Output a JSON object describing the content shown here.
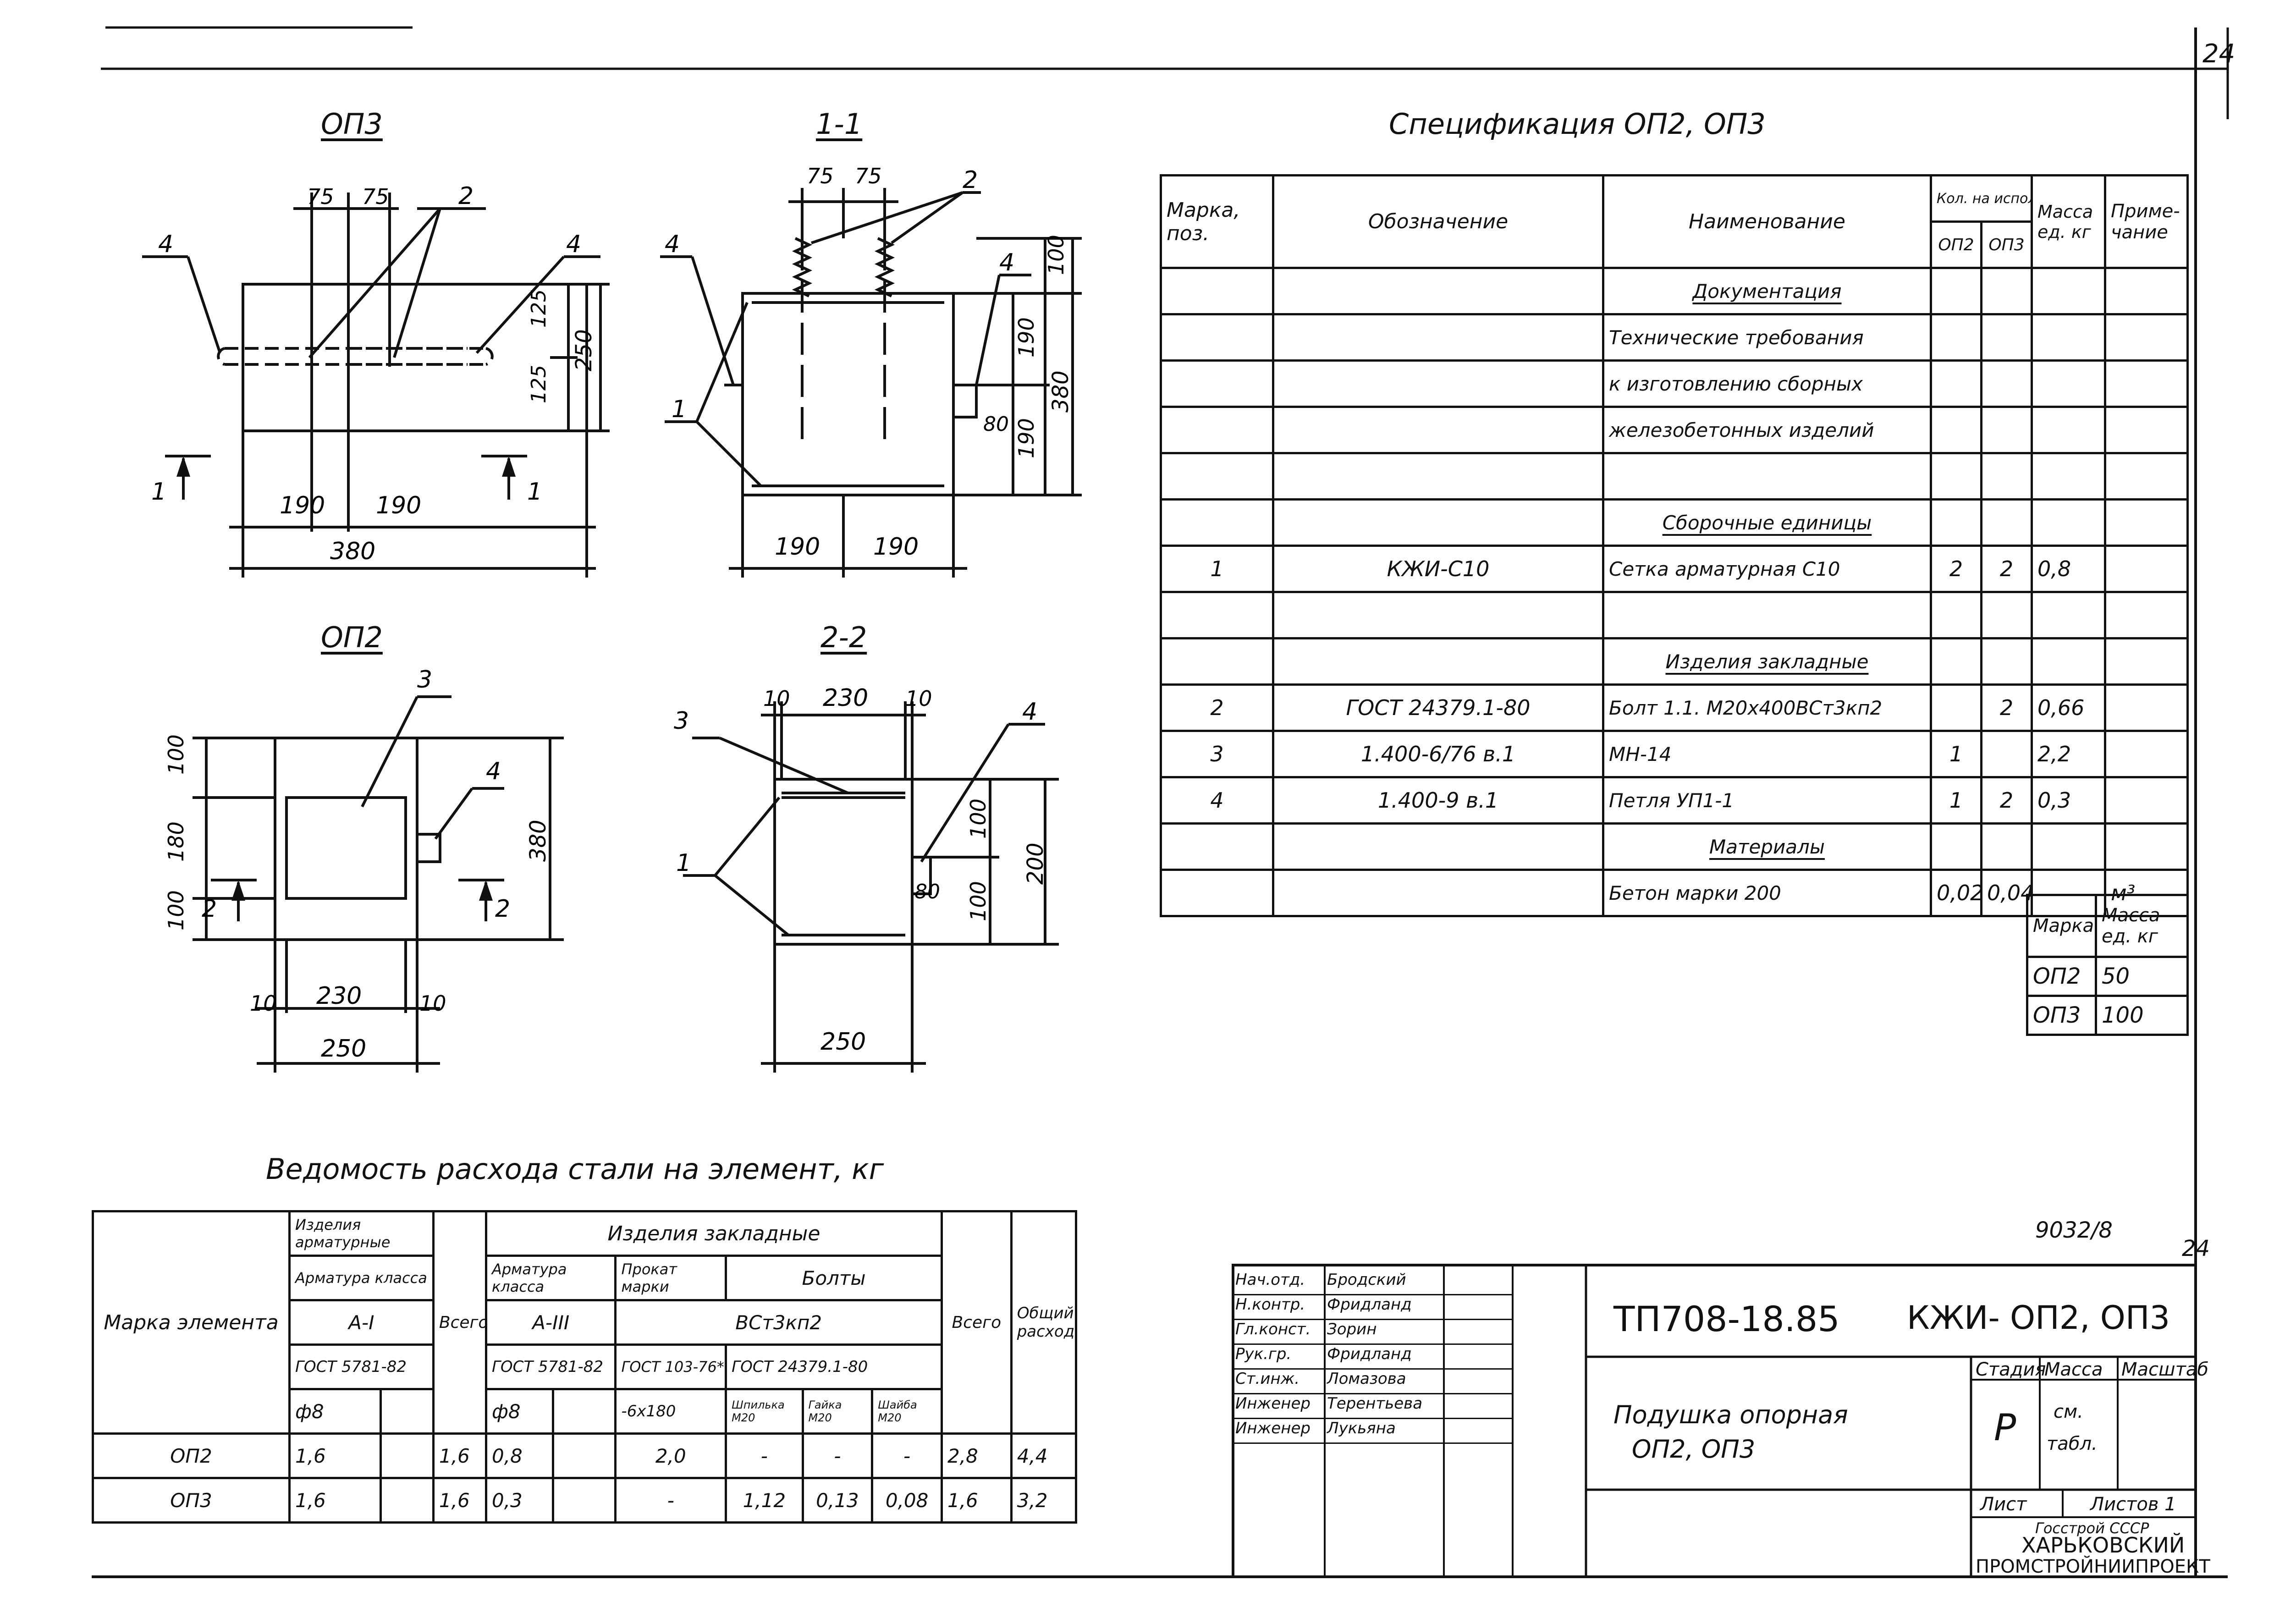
{
  "sheet": {
    "page_number": "24",
    "archive_code": "9032/8",
    "archive_page": "24"
  },
  "views": {
    "op3_title": "ОП3",
    "section_1_title": "1-1",
    "op2_title": "ОП2",
    "section_2_title": "2-2",
    "op3_dims": [
      "75",
      "75",
      "2",
      "4",
      "4",
      "125",
      "125",
      "250",
      "190",
      "190",
      "380",
      "1",
      "1"
    ],
    "sec1_dims": [
      "75",
      "75",
      "2",
      "4",
      "4",
      "100",
      "190",
      "380",
      "80",
      "190",
      "1",
      "190",
      "190"
    ],
    "op2_dims": [
      "3",
      "4",
      "100",
      "180",
      "100",
      "380",
      "2",
      "2",
      "10",
      "230",
      "10",
      "250"
    ],
    "sec2_dims": [
      "10",
      "230",
      "10",
      "3",
      "4",
      "1",
      "100",
      "200",
      "80",
      "100",
      "250"
    ]
  },
  "spec": {
    "title": "Спецификация   ОП2, ОП3",
    "headers": {
      "mark": "Марка, поз.",
      "designation": "Обозначение",
      "name": "Наименование",
      "qty": "Кол. на исполн.",
      "qty_op2": "ОП2",
      "qty_op3": "ОП3",
      "mass": "Масса ед. кг",
      "note": "Приме- чание"
    },
    "rows": [
      {
        "mark": "",
        "designation": "",
        "name": "Документация",
        "op2": "",
        "op3": "",
        "mass": "",
        "note": ""
      },
      {
        "mark": "",
        "designation": "",
        "name": "Технические требования",
        "op2": "",
        "op3": "",
        "mass": "",
        "note": ""
      },
      {
        "mark": "",
        "designation": "",
        "name": "к изготовлению сборных",
        "op2": "",
        "op3": "",
        "mass": "",
        "note": ""
      },
      {
        "mark": "",
        "designation": "",
        "name": "железобетонных изделий",
        "op2": "",
        "op3": "",
        "mass": "",
        "note": ""
      },
      {
        "mark": "",
        "designation": "",
        "name": "",
        "op2": "",
        "op3": "",
        "mass": "",
        "note": ""
      },
      {
        "mark": "",
        "designation": "",
        "name": "Сборочные единицы",
        "op2": "",
        "op3": "",
        "mass": "",
        "note": ""
      },
      {
        "mark": "1",
        "designation": "КЖИ-С10",
        "name": "Сетка арматурная С10",
        "op2": "2",
        "op3": "2",
        "mass": "0,8",
        "note": ""
      },
      {
        "mark": "",
        "designation": "",
        "name": "",
        "op2": "",
        "op3": "",
        "mass": "",
        "note": ""
      },
      {
        "mark": "",
        "designation": "",
        "name": "Изделия закладные",
        "op2": "",
        "op3": "",
        "mass": "",
        "note": ""
      },
      {
        "mark": "2",
        "designation": "ГОСТ 24379.1-80",
        "name": "Болт 1.1. М20х400ВСт3кп2",
        "op2": "",
        "op3": "2",
        "mass": "0,66",
        "note": ""
      },
      {
        "mark": "3",
        "designation": "1.400-6/76 в.1",
        "name": "МН-14",
        "op2": "1",
        "op3": "",
        "mass": "2,2",
        "note": ""
      },
      {
        "mark": "4",
        "designation": "1.400-9 в.1",
        "name": "Петля  УП1-1",
        "op2": "1",
        "op3": "2",
        "mass": "0,3",
        "note": ""
      },
      {
        "mark": "",
        "designation": "",
        "name": "Материалы",
        "op2": "",
        "op3": "",
        "mass": "",
        "note": ""
      },
      {
        "mark": "",
        "designation": "",
        "name": "Бетон марки 200",
        "op2": "0,02",
        "op3": "0,04",
        "mass": "",
        "note": "м³"
      }
    ]
  },
  "mass_table": {
    "h_mark": "Марка",
    "h_mass": "Масса ед. кг",
    "rows": [
      {
        "mark": "ОП2",
        "mass": "50"
      },
      {
        "mark": "ОП3",
        "mass": "100"
      }
    ]
  },
  "steel": {
    "title": "Ведомость расхода стали на элемент, кг",
    "h_element": "Марка элемента",
    "h_arm_items": "Изделия арматурные",
    "h_arm_class": "Арматура класса",
    "h_ai": "А-I",
    "h_gost5781": "ГОСТ 5781-82",
    "h_phi8": "ф8",
    "h_total": "Всего",
    "h_embed": "Изделия закладные",
    "h_arm_class2": "Арматура класса",
    "h_aiii": "А-III",
    "h_gost5781b": "ГОСТ 5781-82",
    "h_phi8b": "ф8",
    "h_rolled": "Прокат марки",
    "h_bolts": "Болты",
    "h_vst": "ВСт3кп2",
    "h_gost103": "ГОСТ 103-76*",
    "h_gost24379": "ГОСТ 24379.1-80",
    "h_strip": "-6х180",
    "h_stud": "Шпилька М20",
    "h_nut": "Гайка М20",
    "h_washer": "Шайба М20",
    "h_total2": "Всего",
    "h_overall": "Общий расход",
    "rows": [
      {
        "mark": "ОП2",
        "ai": "1,6",
        "ai_empty": "",
        "total1": "1,6",
        "aiii": "0,8",
        "aiii_empty": "",
        "strip": "2,0",
        "stud": "-",
        "nut": "-",
        "washer": "-",
        "total2": "2,8",
        "overall": "4,4"
      },
      {
        "mark": "ОП3",
        "ai": "1,6",
        "ai_empty": "",
        "total1": "1,6",
        "aiii": "0,3",
        "aiii_empty": "",
        "strip": "-",
        "stud": "1,12",
        "nut": "0,13",
        "washer": "0,08",
        "total2": "1,6",
        "overall": "3,2"
      }
    ]
  },
  "title_block": {
    "project_code": "ТП708-18.85",
    "doc_code": "КЖИ- ОП2, ОП3",
    "doc_name_1": "Подушка опорная",
    "doc_name_2": "ОП2, ОП3",
    "h_stage": "Стадия",
    "h_mass": "Масса",
    "h_scale": "Масштаб",
    "stage": "Р",
    "mass_val_1": "см.",
    "mass_val_2": "табл.",
    "h_sheet": "Лист",
    "h_sheets": "Листов 1",
    "org_1": "Госстрой СССР",
    "org_2": "ХАРЬКОВСКИЙ",
    "org_3": "ПРОМСТРОЙНИИПРОЕКТ",
    "staff": [
      {
        "role": "Нач.отд.",
        "name": "Бродский"
      },
      {
        "role": "Н.контр.",
        "name": "Фридланд"
      },
      {
        "role": "Гл.конст.",
        "name": "Зорин"
      },
      {
        "role": "Рук.гр.",
        "name": "Фридланд"
      },
      {
        "role": "Ст.инж.",
        "name": "Ломазова"
      },
      {
        "role": "Инженер",
        "name": "Терентьева"
      },
      {
        "role": "Инженер",
        "name": "Лукьяна"
      }
    ]
  }
}
